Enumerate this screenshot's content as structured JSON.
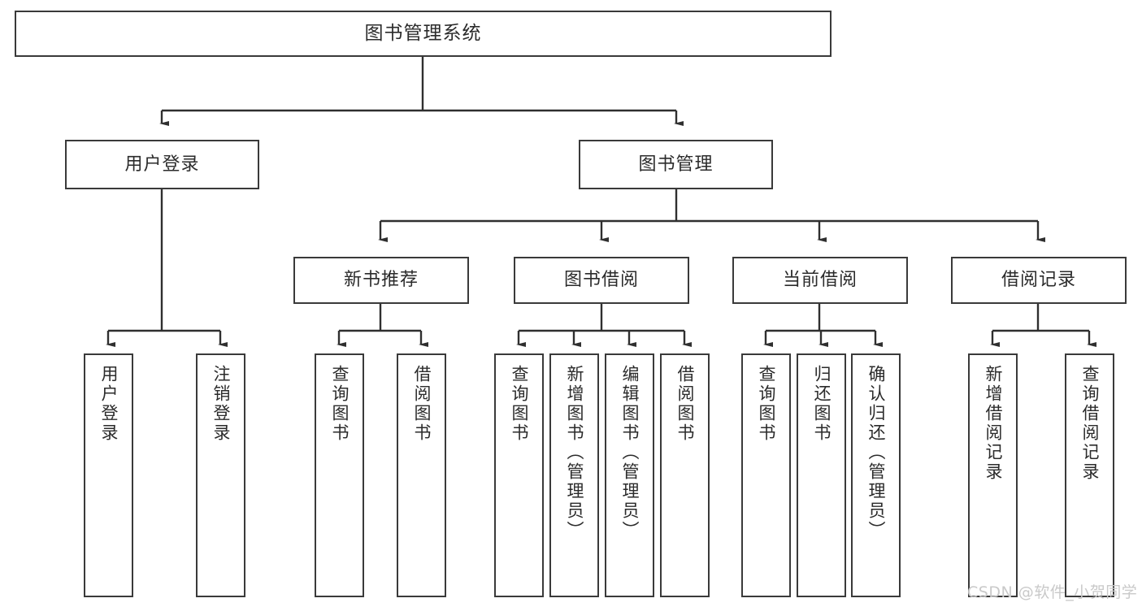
{
  "diagram": {
    "title": "图书管理系统",
    "type": "tree",
    "orientation": "top-down",
    "colors": {
      "box_border": "#3a3a3a",
      "box_fill": "#ffffff",
      "connector": "#2f2f2f",
      "text": "#2b2b2b",
      "background": "#ffffff",
      "watermark": "#c9c9c9"
    },
    "levels": {
      "root": {
        "label": "图书管理系统"
      },
      "level2": [
        {
          "label": "用户登录"
        },
        {
          "label": "图书管理"
        }
      ],
      "level3": [
        {
          "label": "新书推荐"
        },
        {
          "label": "图书借阅"
        },
        {
          "label": "当前借阅"
        },
        {
          "label": "借阅记录"
        }
      ],
      "leaves": {
        "user_login": [
          {
            "label": "用户登录"
          },
          {
            "label": "注销登录"
          }
        ],
        "new_book_recommend": [
          {
            "label": "查询图书"
          },
          {
            "label": "借阅图书"
          }
        ],
        "book_borrow": [
          {
            "label": "查询图书"
          },
          {
            "label": "新增图书（管理员）"
          },
          {
            "label": "编辑图书（管理员）"
          },
          {
            "label": "借阅图书"
          }
        ],
        "current_borrow": [
          {
            "label": "查询图书"
          },
          {
            "label": "归还图书"
          },
          {
            "label": "确认归还（管理员）"
          }
        ],
        "borrow_record": [
          {
            "label": "新增借阅记录"
          },
          {
            "label": "查询借阅记录"
          }
        ]
      }
    },
    "edges": [
      {
        "from": "图书管理系统",
        "to": "用户登录"
      },
      {
        "from": "图书管理系统",
        "to": "图书管理"
      },
      {
        "from": "图书管理",
        "to": "新书推荐"
      },
      {
        "from": "图书管理",
        "to": "图书借阅"
      },
      {
        "from": "图书管理",
        "to": "当前借阅"
      },
      {
        "from": "图书管理",
        "to": "借阅记录"
      },
      {
        "from": "用户登录",
        "to": "用户登录"
      },
      {
        "from": "用户登录",
        "to": "注销登录"
      },
      {
        "from": "新书推荐",
        "to": "查询图书"
      },
      {
        "from": "新书推荐",
        "to": "借阅图书"
      },
      {
        "from": "图书借阅",
        "to": "查询图书"
      },
      {
        "from": "图书借阅",
        "to": "新增图书（管理员）"
      },
      {
        "from": "图书借阅",
        "to": "编辑图书（管理员）"
      },
      {
        "from": "图书借阅",
        "to": "借阅图书"
      },
      {
        "from": "当前借阅",
        "to": "查询图书"
      },
      {
        "from": "当前借阅",
        "to": "归还图书"
      },
      {
        "from": "当前借阅",
        "to": "确认归还（管理员）"
      },
      {
        "from": "借阅记录",
        "to": "新增借阅记录"
      },
      {
        "from": "借阅记录",
        "to": "查询借阅记录"
      }
    ]
  },
  "watermark": {
    "text": "CSDN @软件_小贺同学"
  }
}
